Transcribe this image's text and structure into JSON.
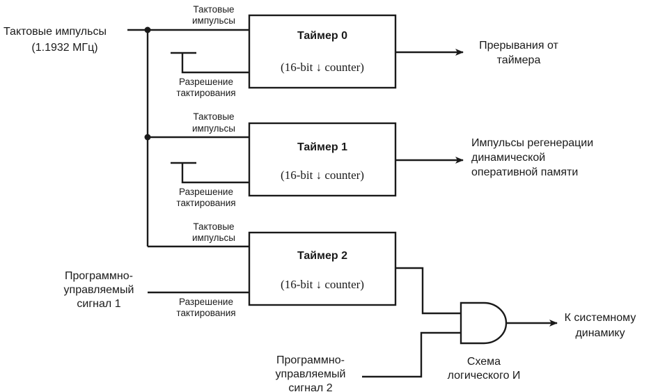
{
  "clock_input": {
    "label_line1": "Тактовые импульсы",
    "label_line2": "(1.1932 МГц)"
  },
  "timers": [
    {
      "title": "Таймер 0",
      "subtitle": "(16-bit ↓ counter)",
      "clock_label": [
        "Тактовые",
        "импульсы"
      ],
      "enable_label": [
        "Разрешение",
        "тактирования"
      ],
      "output_label": [
        "Прерывания от",
        "таймера"
      ]
    },
    {
      "title": "Таймер 1",
      "subtitle": "(16-bit ↓ counter)",
      "clock_label": [
        "Тактовые",
        "импульсы"
      ],
      "enable_label": [
        "Разрешение",
        "тактирования"
      ],
      "output_label": [
        "Импульсы регенерации",
        "динамической",
        "оперативной памяти"
      ]
    },
    {
      "title": "Таймер 2",
      "subtitle": "(16-bit ↓ counter)",
      "clock_label": [
        "Тактовые",
        "импульсы"
      ],
      "enable_label": [
        "Разрешение",
        "тактирования"
      ]
    }
  ],
  "program_signal_1": [
    "Программно-",
    "управляемый",
    "сигнал 1"
  ],
  "program_signal_2": [
    "Программно-",
    "управляемый",
    "сигнал 2"
  ],
  "and_gate_label": [
    "Схема",
    "логического И"
  ],
  "speaker_label": [
    "К системному",
    "динамику"
  ]
}
